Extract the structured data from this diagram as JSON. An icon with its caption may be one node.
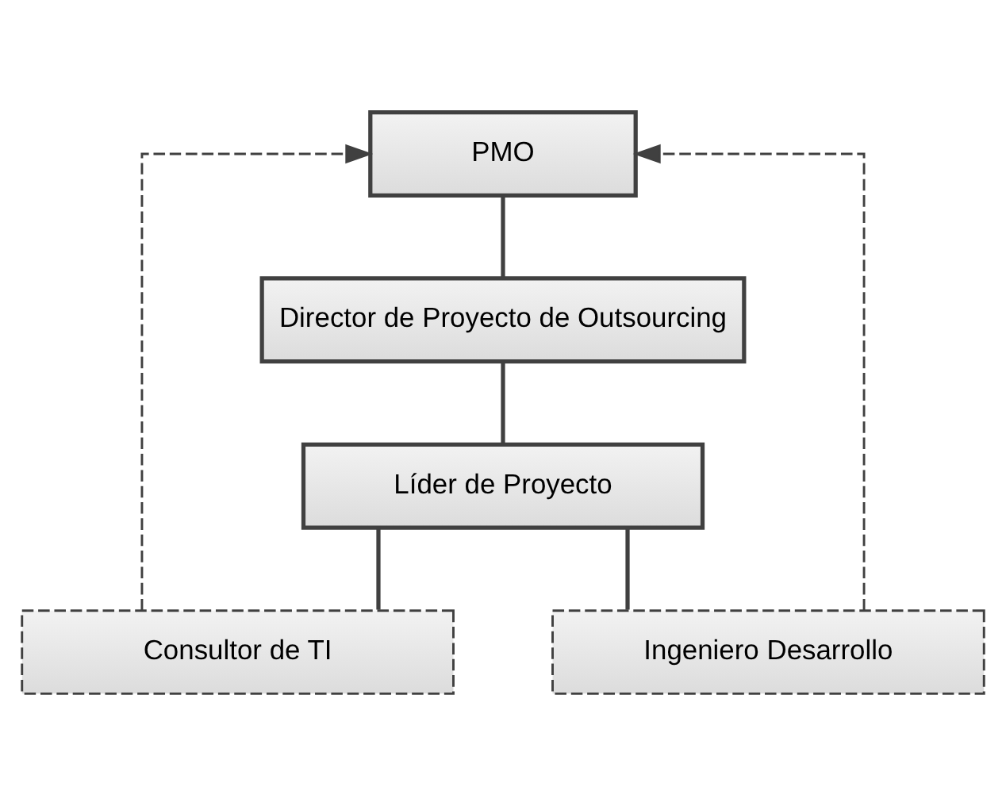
{
  "diagram": {
    "nodes": [
      {
        "text": [
          "PMO"
        ]
      },
      {
        "text": [
          "Director de Proyecto de Outsourcing"
        ]
      },
      {
        "text": [
          "Líder de Proyecto"
        ]
      },
      {
        "text": [
          "Consultor de TI"
        ]
      },
      {
        "text": [
          "Ingeniero Desarrollo"
        ]
      }
    ],
    "edges": [
      {
        "from": 0,
        "to": 1,
        "arrow": "none"
      },
      {
        "from": 1,
        "to": 2,
        "arrow": "none"
      },
      {
        "from": 2,
        "to": 3,
        "arrow": "none"
      },
      {
        "from": 2,
        "to": 4,
        "arrow": "none"
      },
      {
        "from": 3,
        "to": 0,
        "arrow": "to",
        "style": "dashed"
      },
      {
        "from": 4,
        "to": 0,
        "arrow": "to",
        "style": "dashed"
      }
    ]
  }
}
